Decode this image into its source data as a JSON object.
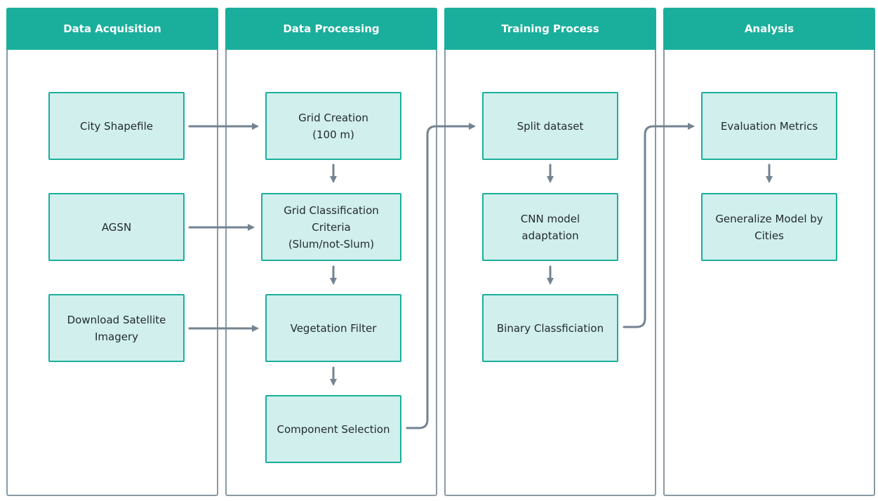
{
  "lanes": [
    {
      "title": "Data Acquisition"
    },
    {
      "title": "Data Processing"
    },
    {
      "title": "Training Process"
    },
    {
      "title": "Analysis"
    }
  ],
  "nodes": {
    "city_shapefile": "City Shapefile",
    "agsn": "AGSN",
    "download_satellite": "Download Satellite\nImagery",
    "grid_creation": "Grid Creation\n(100 m)",
    "grid_classification": "Grid Classification\nCriteria\n(Slum/not-Slum)",
    "vegetation_filter": "Vegetation Filter",
    "component_selection": "Component Selection",
    "split_dataset": "Split dataset",
    "cnn_model": "CNN model\nadaptation",
    "binary_classification": "Binary Classficiation",
    "evaluation_metrics": "Evaluation Metrics",
    "generalize_model": "Generalize Model by\nCities"
  },
  "colors": {
    "header": "#1aaf9c",
    "node_fill": "#d1efec",
    "node_border": "#1aaf9c",
    "arrow": "#738391",
    "lane_border": "#8a9aa4"
  }
}
